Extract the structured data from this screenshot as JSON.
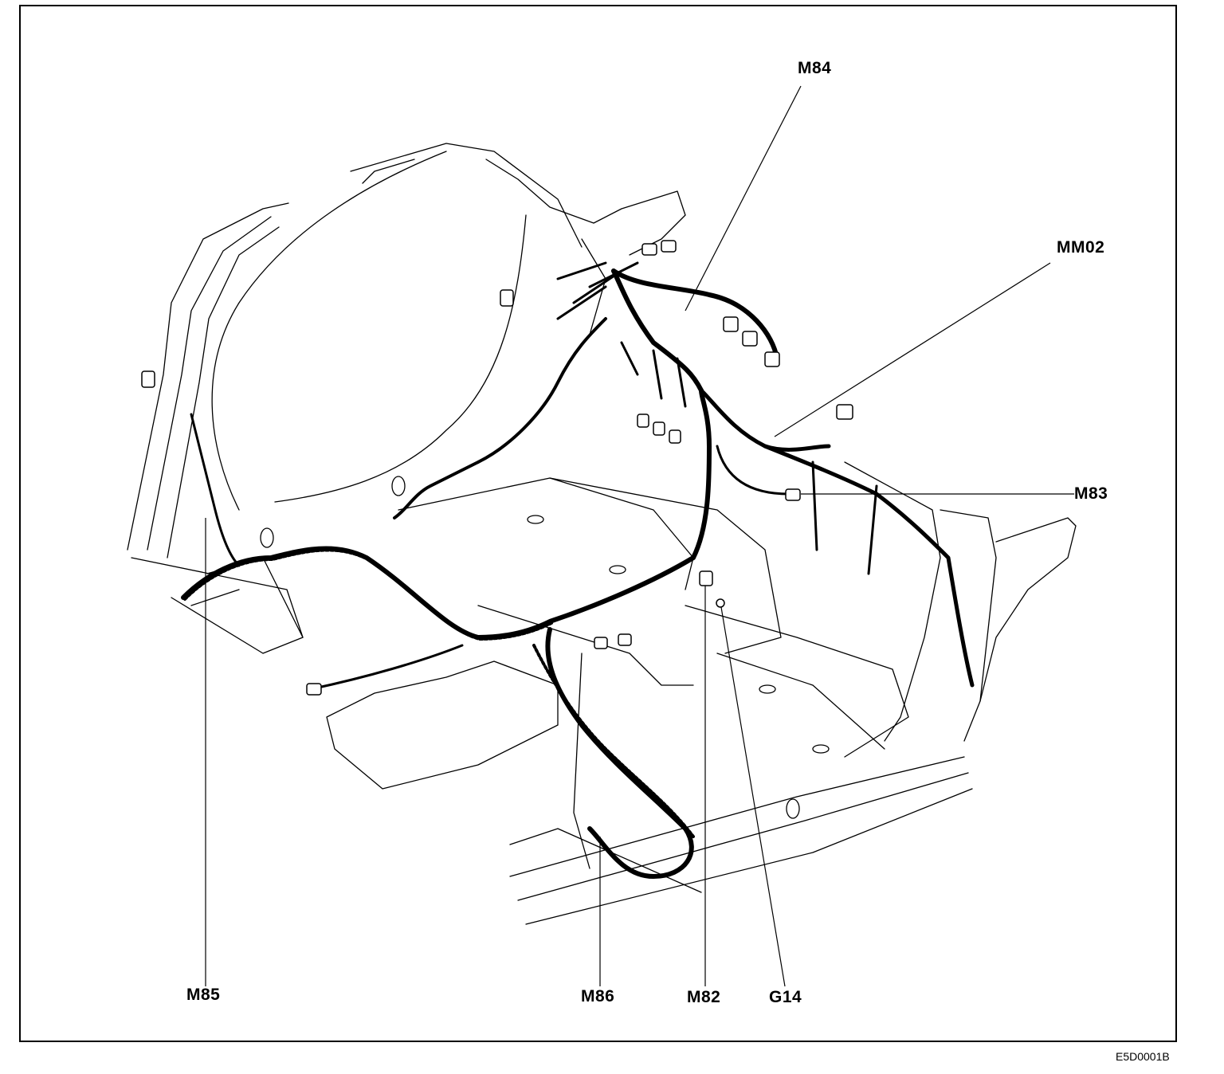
{
  "callouts": {
    "m84": "M84",
    "mm02": "MM02",
    "m83": "M83",
    "m85": "M85",
    "m86": "M86",
    "m82": "M82",
    "g14": "G14"
  },
  "reference_code": "E5D0001B",
  "colors": {
    "line": "#000000",
    "background": "#ffffff"
  }
}
